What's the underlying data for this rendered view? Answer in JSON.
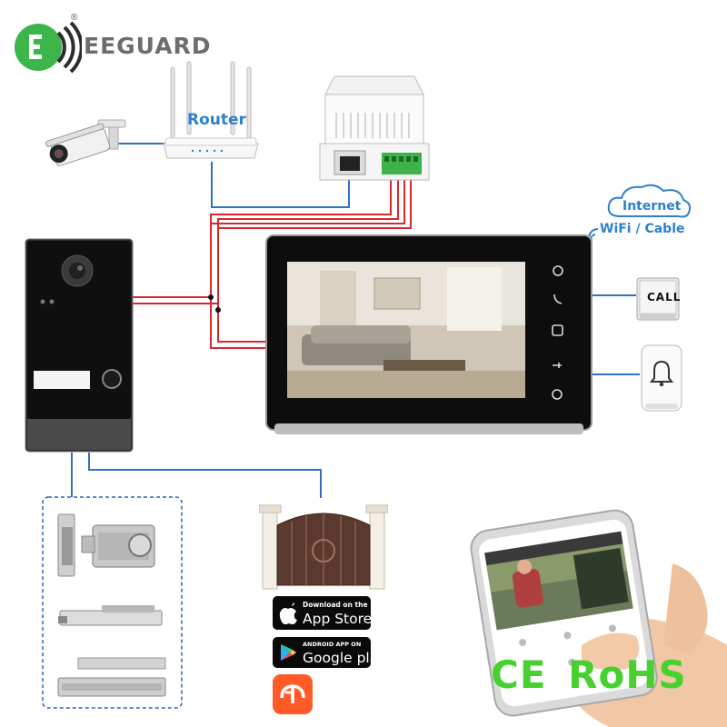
{
  "brand": {
    "name": "EEGUARD",
    "registered_mark": "®"
  },
  "network": {
    "router_label": "Router",
    "internet_label": "Internet",
    "connection_label": "WiFi / Cable"
  },
  "devices": {
    "call_button_label": "CALL"
  },
  "app_badges": {
    "apple_small": "Download on the",
    "apple_big": "App Store",
    "google_small": "ANDROID APP ON",
    "google_big": "Google play"
  },
  "certifications": {
    "ce": "CE",
    "rohs": "RoHS"
  },
  "colors": {
    "wire_blue": "#3270c2",
    "wire_red": "#d9272e",
    "brand_green": "#3cb54a",
    "cert_green": "#47d12f",
    "label_blue": "#2f7fd0"
  }
}
